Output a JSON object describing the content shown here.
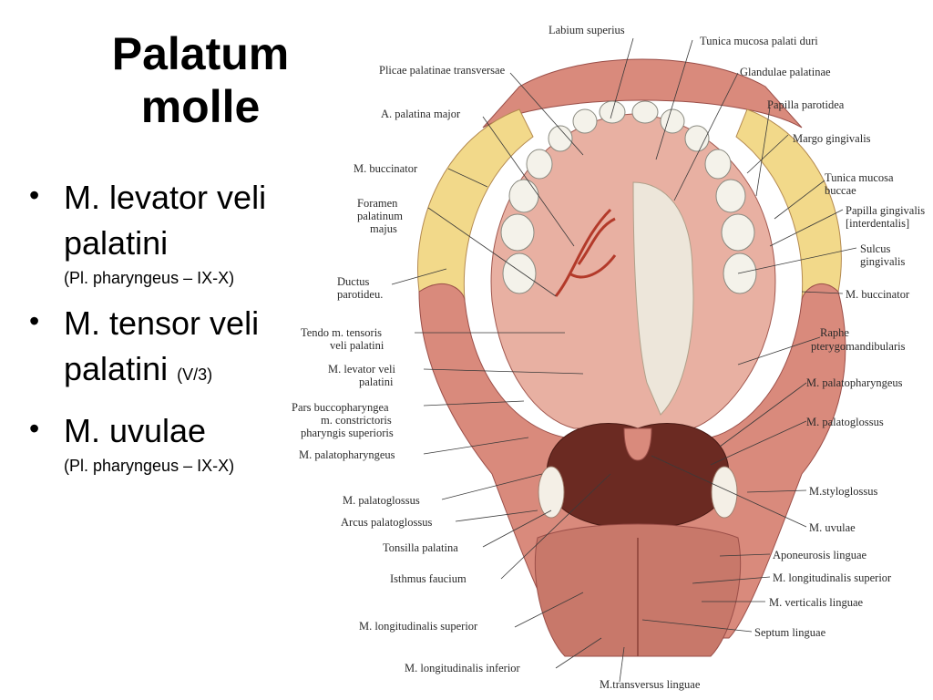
{
  "title": {
    "line1": "Palatum",
    "line2": "molle"
  },
  "bullets": [
    {
      "main1": "M. levator veli",
      "main2": "palatini",
      "suffix": "",
      "sub": "(Pl. pharyngeus – IX-X)"
    },
    {
      "main1": "M. tensor veli",
      "main2": "palatini",
      "suffix": "(V/3)",
      "sub": ""
    },
    {
      "main1": "M. uvulae",
      "main2": "",
      "suffix": "",
      "sub": "(Pl. pharyngeus – IX-X)"
    }
  ],
  "labels": {
    "labium_superius": "Labium superius",
    "tunica_mucosa_palati_duri": "Tunica mucosa palati duri",
    "plicae_palatinae_transversae": "Plicae palatinae transversae",
    "glandulae_palatinae": "Glandulae palatinae",
    "a_palatina_major": "A. palatina major",
    "papilla_parotidea": "Papilla parotidea",
    "margo_gingivalis": "Margo gingivalis",
    "m_buccinator_left": "M. buccinator",
    "tunica_mucosa_buccae_1": "Tunica mucosa",
    "tunica_mucosa_buccae_2": "buccae",
    "foramen_1": "Foramen",
    "foramen_2": "palatinum",
    "foramen_3": "majus",
    "papilla_gingivalis_1": "Papilla gingivalis",
    "papilla_gingivalis_2": "[interdentalis]",
    "sulcus_1": "Sulcus",
    "sulcus_2": "gingivalis",
    "ductus_1": "Ductus",
    "ductus_2": "parotideu.",
    "m_buccinator_right": "M. buccinator",
    "tendo_1": "Tendo m. tensoris",
    "tendo_2": "veli palatini",
    "raphe_1": "Raphe",
    "raphe_2": "pterygomandibularis",
    "levator_1": "M. levator veli",
    "levator_2": "palatini",
    "m_palatopharyngeus_right": "M. palatopharyngeus",
    "pars_1": "Pars buccopharyngea",
    "pars_2": "m. constrictoris",
    "pars_3": "pharyngis superioris",
    "m_palatoglossus_right": "M. palatoglossus",
    "m_palatopharyngeus_left": "M. palatopharyngeus",
    "m_styloglossus": "M.styloglossus",
    "m_palatoglossus_left": "M. palatoglossus",
    "arcus_palatoglossus": "Arcus palatoglossus",
    "m_uvulae": "M. uvulae",
    "tonsilla_palatina": "Tonsilla palatina",
    "aponeurosis_linguae": "Aponeurosis linguae",
    "isthmus_faucium": "Isthmus faucium",
    "m_longitudinalis_superior_right": "M. longitudinalis superior",
    "m_verticalis_linguae": "M. verticalis linguae",
    "m_longitudinalis_superior_left": "M. longitudinalis superior",
    "septum_linguae": "Septum linguae",
    "m_longitudinalis_inferior": "M. longitudinalis inferior",
    "m_transversus_linguae": "M.transversus linguae"
  },
  "colors": {
    "muscle": "#d98a7c",
    "muscle_dark": "#b8605a",
    "mucosa": "#e8b0a2",
    "fat": "#f2d98a",
    "teeth": "#f4f2ea",
    "glands": "#ede6da",
    "cavity": "#6b2a22",
    "line": "#3a3a3a"
  }
}
